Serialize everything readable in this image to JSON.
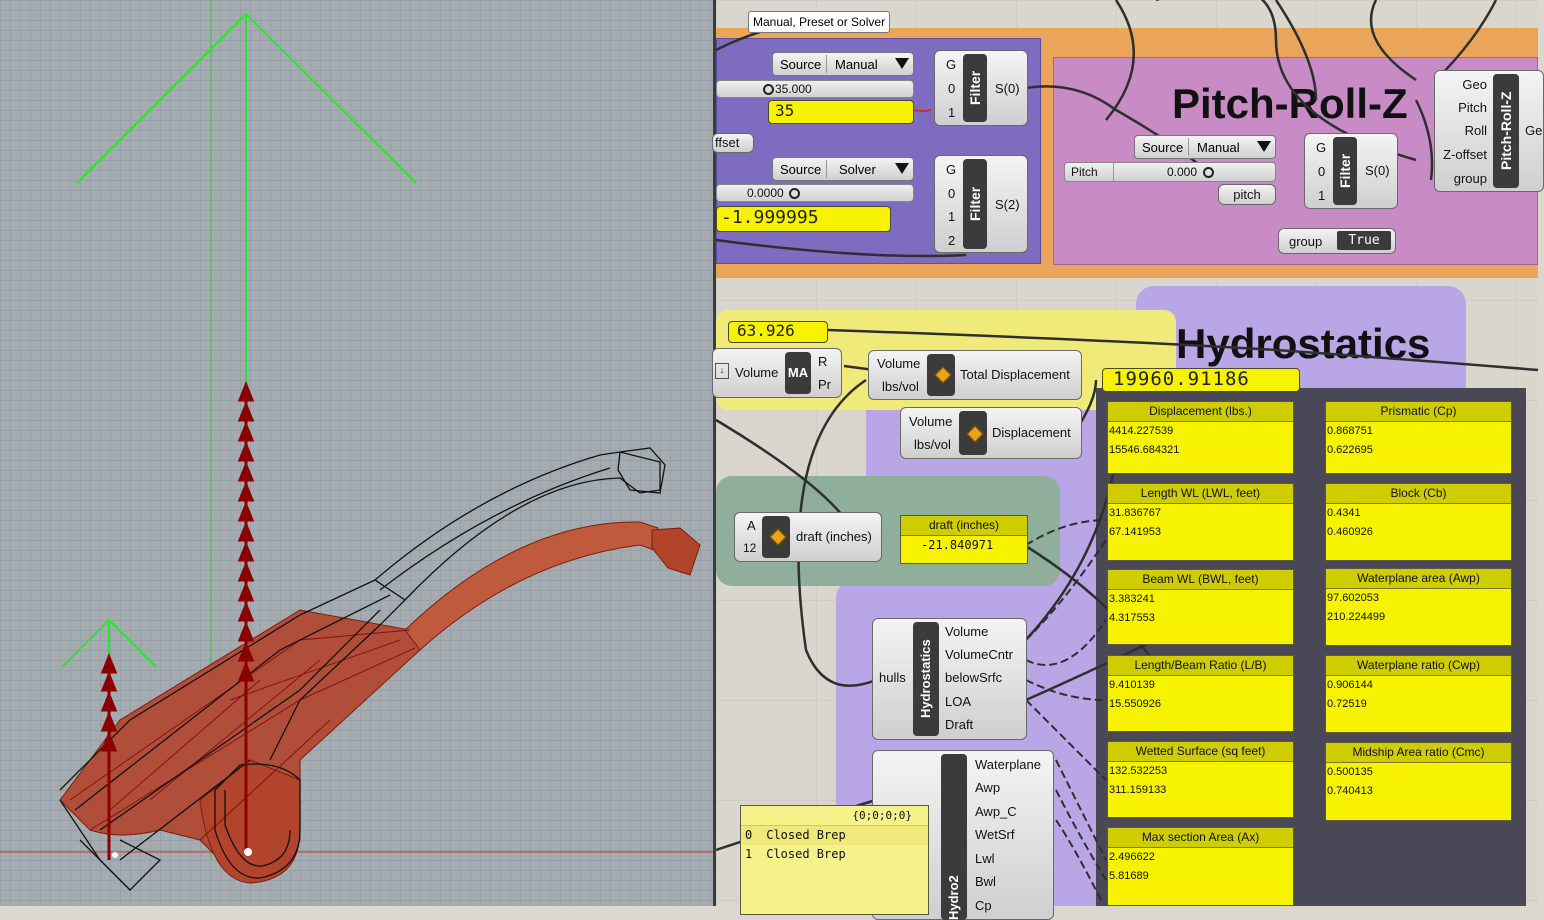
{
  "viewport": {
    "label": "Rhino 3D viewport"
  },
  "canvas": {
    "tooltip": "Manual, Preset or Solver",
    "pitch_group": {
      "title": "Pitch-Roll-Z"
    },
    "hydro_group": {
      "title": "Hydrostatics"
    },
    "filter1": {
      "valuelist_label": "Source",
      "valuelist_value": "Manual",
      "slider_value": "35.000",
      "num_value": "35",
      "name": "Filter",
      "in_g": "G",
      "in_0": "0",
      "in_1": "1",
      "out": "S(0)"
    },
    "offset_label": "ffset",
    "filter2": {
      "valuelist_label": "Source",
      "valuelist_value": "Solver",
      "slider_value": "0.0000",
      "num_value": "-1.999995",
      "name": "Filter",
      "in_g": "G",
      "in_0": "0",
      "in_1": "1",
      "in_2": "2",
      "out": "S(2)"
    },
    "filter3": {
      "valuelist_label": "Source",
      "valuelist_value": "Manual",
      "slider_label": "Pitch",
      "slider_value": "0.000",
      "relay_label": "pitch",
      "name": "Filter",
      "in_g": "G",
      "in_0": "0",
      "in_1": "1",
      "out": "S(0)"
    },
    "prz": {
      "name": "Pitch-Roll-Z",
      "in_geo": "Geo",
      "in_pitch": "Pitch",
      "in_roll": "Roll",
      "in_zoffset": "Z-offset",
      "in_group": "group",
      "out": "Ge"
    },
    "group_toggle": {
      "label": "group",
      "value": "True"
    },
    "value_6392": "63.926",
    "ma": {
      "name": "MA",
      "in_label": "Volume",
      "out_r": "R",
      "out_pr": "Pr"
    },
    "total_disp": {
      "in_volume": "Volume",
      "in_lbs": "lbs/vol",
      "out": "Total Displacement",
      "value": "19960.91186"
    },
    "disp": {
      "in_volume": "Volume",
      "in_lbs": "lbs/vol",
      "out": "Displacement"
    },
    "draft_div": {
      "in_a": "A",
      "in_12": "12",
      "out": "draft (inches)"
    },
    "draft_panel": {
      "header": "draft (inches)",
      "value": "-21.840971"
    },
    "hydrostatics": {
      "name": "Hydrostatics",
      "in": "hulls",
      "outs": [
        "Volume",
        "VolumeCntr",
        "belowSrfc",
        "LOA",
        "Draft"
      ]
    },
    "hydro2": {
      "name": "Hydro2",
      "outs": [
        "Waterplane",
        "Awp",
        "Awp_C",
        "WetSrf",
        "Lwl",
        "Bwl",
        "Cp"
      ]
    },
    "brep_panel": {
      "header": "{0;0;0;0}",
      "rows": [
        {
          "idx": "0",
          "text": "Closed Brep"
        },
        {
          "idx": "1",
          "text": "Closed Brep"
        }
      ]
    },
    "result_panels": [
      {
        "header": "Displacement (lbs.)",
        "v1": "4414.227539",
        "v2": "15546.684321"
      },
      {
        "header": "Prismatic (Cp)",
        "v1": "0.868751",
        "v2": "0.622695"
      },
      {
        "header": "Length WL (LWL, feet)",
        "v1": "31.836767",
        "v2": "67.141953"
      },
      {
        "header": "Block (Cb)",
        "v1": "0.4341",
        "v2": "0.460926"
      },
      {
        "header": "Beam WL (BWL, feet)",
        "v1": "3.383241",
        "v2": "4.317553"
      },
      {
        "header": "Waterplane area (Awp)",
        "v1": "97.602053",
        "v2": "210.224499"
      },
      {
        "header": "Length/Beam Ratio (L/B)",
        "v1": "9.410139",
        "v2": "15.550926"
      },
      {
        "header": "Waterplane ratio (Cwp)",
        "v1": "0.906144",
        "v2": "0.72519"
      },
      {
        "header": "Wetted Surface (sq feet)",
        "v1": "132.532253",
        "v2": "311.159133"
      },
      {
        "header": "Midship Area ratio (Cmc)",
        "v1": "0.500135",
        "v2": "0.740413"
      },
      {
        "header": "Max section Area (Ax)",
        "v1": "2.496622",
        "v2": "5.81689"
      }
    ]
  },
  "colors": {
    "orange_group": "#eba55a",
    "purple_group": "#7d6cc0",
    "pink_group": "#c98bc6",
    "lavender_group": "#b9a6e6",
    "dark_group": "#4a4757",
    "panel_yellow": "#f6f200",
    "teal_group": "#8fae9c",
    "hull_red": "#b3442c"
  }
}
